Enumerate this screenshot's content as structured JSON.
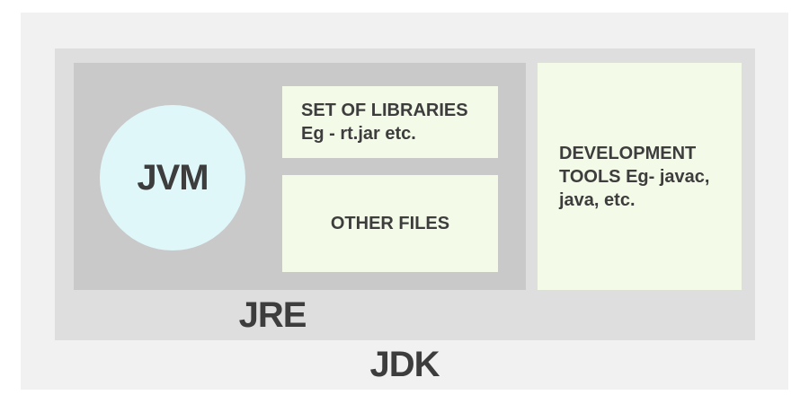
{
  "diagram": {
    "jvm_label": "JVM",
    "jre_label": "JRE",
    "jdk_label": "JDK",
    "boxes": {
      "set_of_libraries": {
        "lines": [
          "SET OF LIBRARIES",
          "Eg - rt.jar etc."
        ]
      },
      "other_files": {
        "label": "OTHER FILES"
      },
      "development_tools": {
        "lines": [
          "DEVELOPMENT",
          "TOOLS Eg- javac,",
          "java, etc."
        ]
      }
    }
  },
  "colors": {
    "page-bg": "#ffffff",
    "canvas-bg": "#f1f1f1",
    "jdk-bg": "#dedede",
    "jre-bg": "#c9c9c9",
    "box-bg": "#f3fae8",
    "jvm-circle-bg": "#e0f7fa",
    "text": "#3d3d3d"
  }
}
